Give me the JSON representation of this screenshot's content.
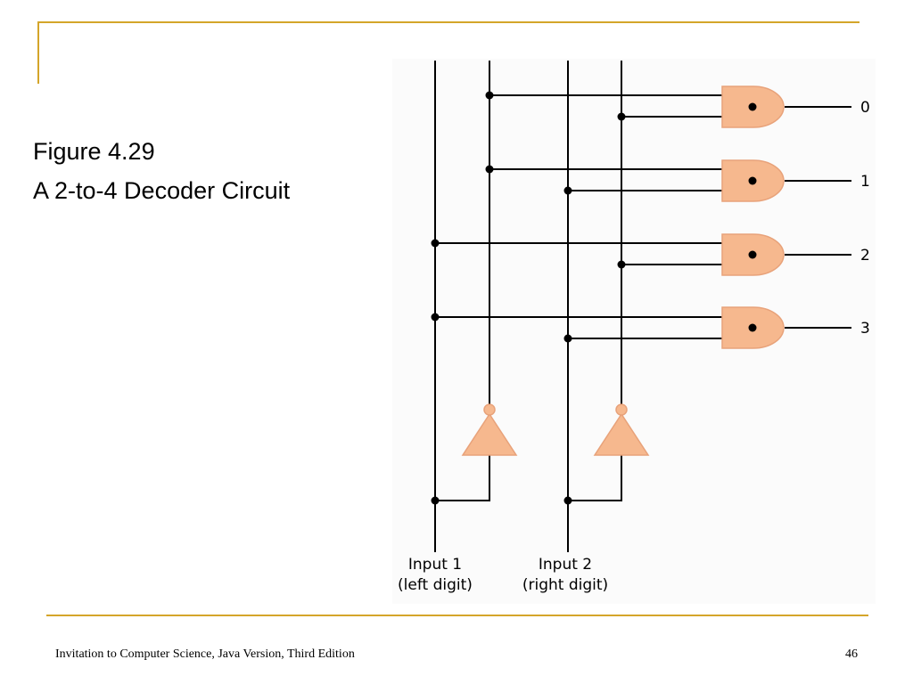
{
  "slide": {
    "title_line1": "Figure 4.29",
    "title_line2": "A 2-to-4 Decoder Circuit",
    "footer": "Invitation to Computer Science, Java Version, Third Edition",
    "page_number": "46",
    "accent_color": "#d4a52a"
  },
  "diagram": {
    "outputs": [
      "0",
      "1",
      "2",
      "3"
    ],
    "input1_label_line1": "Input 1",
    "input1_label_line2": "(left digit)",
    "input2_label_line1": "Input 2",
    "input2_label_line2": "(right digit)",
    "gate_color": "#f6b88e",
    "and_gates": 4,
    "not_gates": 2
  }
}
